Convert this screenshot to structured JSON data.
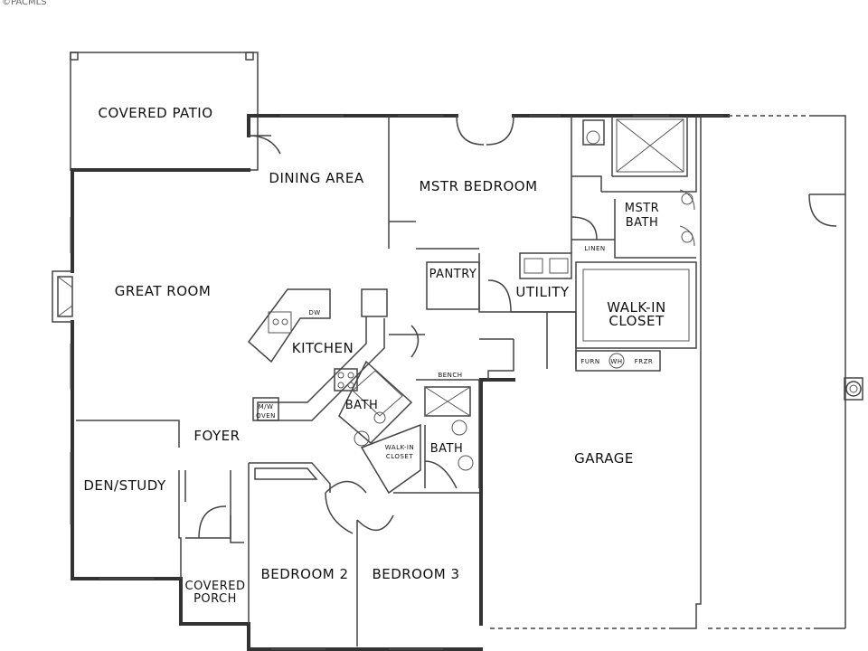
{
  "watermark": "©PACMLS",
  "rooms": {
    "covered_patio": "COVERED PATIO",
    "dining_area": "DINING AREA",
    "mstr_bedroom": "MSTR BEDROOM",
    "mstr_bath_1": "MSTR",
    "mstr_bath_2": "BATH",
    "linen": "LINEN",
    "pantry": "PANTRY",
    "utility": "UTILITY",
    "walkin_closet_1": "WALK-IN",
    "walkin_closet_2": "CLOSET",
    "great_room": "GREAT ROOM",
    "dw": "DW",
    "kitchen": "KITCHEN",
    "mw_oven_1": "M/W",
    "mw_oven_2": "OVEN",
    "bath_center": "BATH",
    "bench": "BENCH",
    "bath_right": "BATH",
    "walkin_small_1": "WALK-IN",
    "walkin_small_2": "CLOSET",
    "furn": "FURN",
    "wh": "WH",
    "frzr": "FRZR",
    "foyer": "FOYER",
    "garage": "GARAGE",
    "den_study": "DEN/STUDY",
    "covered_porch_1": "COVERED",
    "covered_porch_2": "PORCH",
    "bedroom_2": "BEDROOM 2",
    "bedroom_3": "BEDROOM 3"
  }
}
